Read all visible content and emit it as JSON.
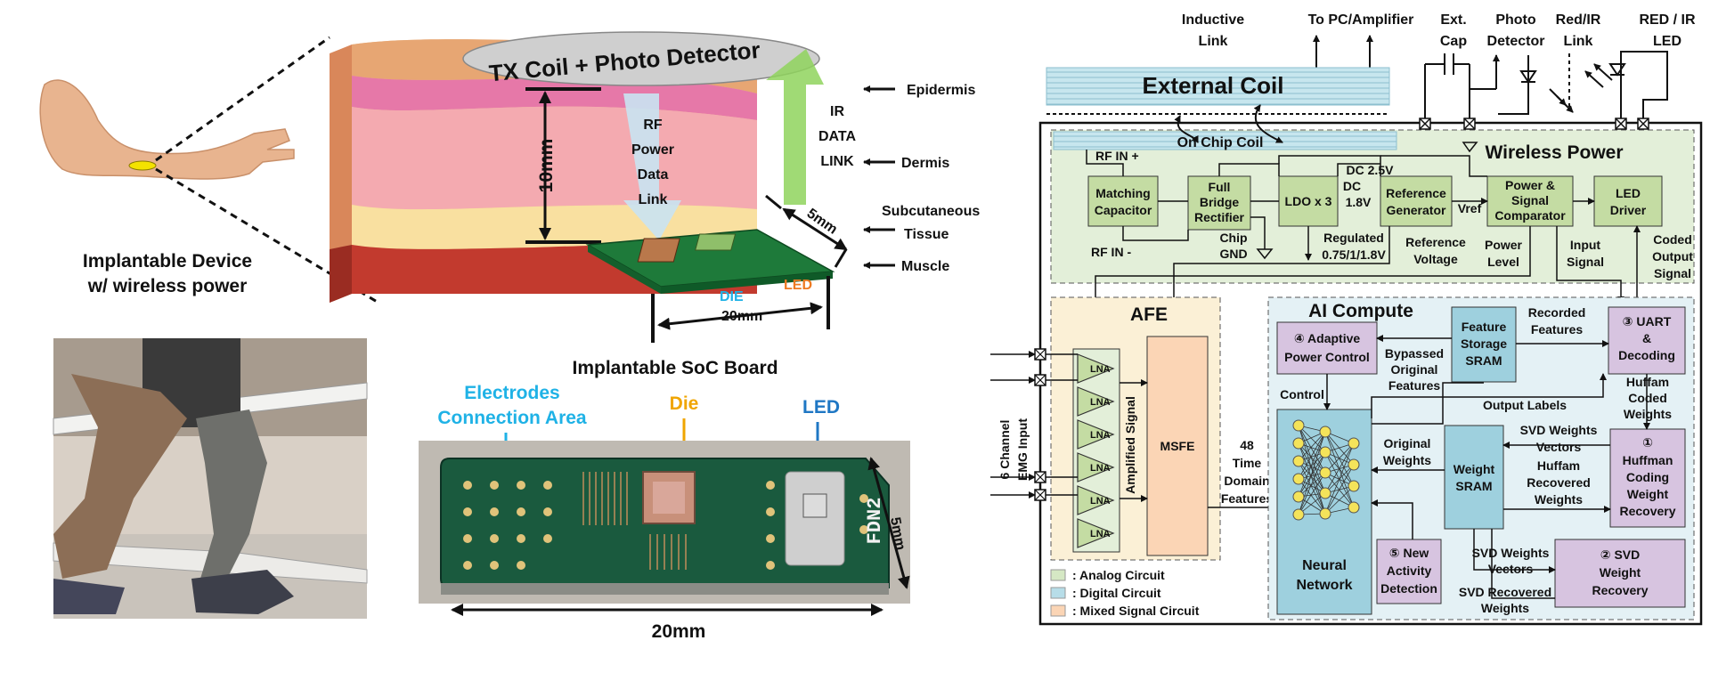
{
  "left": {
    "device_caption_line1": "Implantable Device",
    "device_caption_line2": "w/ wireless power",
    "tx_coil": "TX Coil + Photo Detector",
    "rf_line1": "RF",
    "rf_line2": "Power",
    "rf_line3": "Data",
    "rf_line4": "Link",
    "ir_line1": "IR",
    "ir_line2": "DATA",
    "ir_line3": "LINK",
    "epidermis": "Epidermis",
    "dermis": "Dermis",
    "subcutaneous_line1": "Subcutaneous",
    "subcutaneous_line2": "Tissue",
    "muscle": "Muscle",
    "dim_10mm": "10mm",
    "dim_5mm": "5mm",
    "dim_20mm": "20mm",
    "die_label": "DIE",
    "led_label": "LED",
    "soc_board_title": "Implantable SoC Board",
    "electrodes_line1": "Electrodes",
    "electrodes_line2": "Connection Area",
    "photo_die": "Die",
    "photo_led": "LED",
    "photo_5mm": "5mm",
    "photo_20mm": "20mm",
    "pcb_text": "FDN2"
  },
  "colors": {
    "analog": "#d5e8c4",
    "digital": "#b7dde8",
    "mixed": "#fbd5b5",
    "block_green": "#c4dca3",
    "block_blue": "#9ed0de",
    "block_purple": "#d7c4e0",
    "block_orange": "#fbd5b5",
    "label_blue": "#1fb2e6",
    "label_orange": "#f0a500",
    "led_blue": "#1f77c4"
  },
  "top_labels": {
    "inductive_line1": "Inductive",
    "inductive_line2": "Link",
    "to_pc": "To PC/Amplifier",
    "ext_line1": "Ext.",
    "ext_line2": "Cap",
    "photo_line1": "Photo",
    "photo_line2": "Detector",
    "redir_link_line1": "Red/IR",
    "redir_link_line2": "Link",
    "redir_led_line1": "RED / IR",
    "redir_led_line2": "LED"
  },
  "external_coil": "External Coil",
  "on_chip_coil": "On Chip Coil",
  "wireless_power": {
    "title": "Wireless Power",
    "rf_in_plus": "RF IN +",
    "rf_in_minus": "RF IN -",
    "matching_line1": "Matching",
    "matching_line2": "Capacitor",
    "bridge_line1": "Full",
    "bridge_line2": "Bridge",
    "bridge_line3": "Rectifier",
    "chip_gnd_line1": "Chip",
    "chip_gnd_line2": "GND",
    "dc25": "DC 2.5V",
    "dc18_line1": "DC",
    "dc18_line2": "1.8V",
    "ldo": "LDO x 3",
    "regulated_line1": "Regulated",
    "regulated_line2": "0.75/1/1.8V",
    "refgen_line1": "Reference",
    "refgen_line2": "Generator",
    "refvolt_line1": "Reference",
    "refvolt_line2": "Voltage",
    "vref": "Vref",
    "comparator_line1": "Power &",
    "comparator_line2": "Signal",
    "comparator_line3": "Comparator",
    "power_level_line1": "Power",
    "power_level_line2": "Level",
    "input_signal_line1": "Input",
    "input_signal_line2": "Signal",
    "led_driver_line1": "LED",
    "led_driver_line2": "Driver",
    "coded_line1": "Coded",
    "coded_line2": "Output",
    "coded_line3": "Signal"
  },
  "afe": {
    "title": "AFE",
    "lna": "LNA",
    "amplified_signal": "Amplified Signal",
    "msfe": "MSFE",
    "emg_line1": "6 Channel",
    "emg_line2": "EMG Input",
    "features_line1": "48",
    "features_line2": "Time",
    "features_line3": "Domain",
    "features_line4": "Features"
  },
  "ai": {
    "title": "AI Compute",
    "adaptive_num": "④",
    "adaptive_line1": "Adaptive",
    "adaptive_line2": "Power Control",
    "bypassed_line1": "Bypassed",
    "bypassed_line2": "Original",
    "bypassed_line3": "Features",
    "feature_line1": "Feature",
    "feature_line2": "Storage",
    "feature_line3": "SRAM",
    "recorded_line1": "Recorded",
    "recorded_line2": "Features",
    "uart_num": "③",
    "uart_line1": "UART",
    "uart_line2": "&",
    "uart_line3": "Decoding",
    "control": "Control",
    "output_labels": "Output Labels",
    "huffam_coded_line1": "Huffam",
    "huffam_coded_line2": "Coded",
    "huffam_coded_line3": "Weights",
    "original_weights_line1": "Original",
    "original_weights_line2": "Weights",
    "weight_sram_line1": "Weight",
    "weight_sram_line2": "SRAM",
    "svd_vectors_line1": "SVD Weights",
    "svd_vectors_line2": "Vectors",
    "huffam_recovered_line1": "Huffam",
    "huffam_recovered_line2": "Recovered",
    "huffam_recovered_line3": "Weights",
    "huffman_num": "①",
    "huffman_line1": "Huffman",
    "huffman_line2": "Coding",
    "huffman_line3": "Weight",
    "huffman_line4": "Recovery",
    "nn_line1": "Neural",
    "nn_line2": "Network",
    "new_activity_num": "⑤",
    "new_activity_line1": "New",
    "new_activity_line2": "Activity",
    "new_activity_line3": "Detection",
    "svd_vectors2_line1": "SVD Weights",
    "svd_vectors2_line2": "Vectors",
    "svd_recovered_line1": "SVD Recovered",
    "svd_recovered_line2": "Weights",
    "svd_num": "②",
    "svd_line1": "SVD",
    "svd_line2": "Weight",
    "svd_line3": "Recovery"
  },
  "legend": {
    "analog": ": Analog Circuit",
    "digital": ": Digital Circuit",
    "mixed": ": Mixed Signal Circuit"
  }
}
